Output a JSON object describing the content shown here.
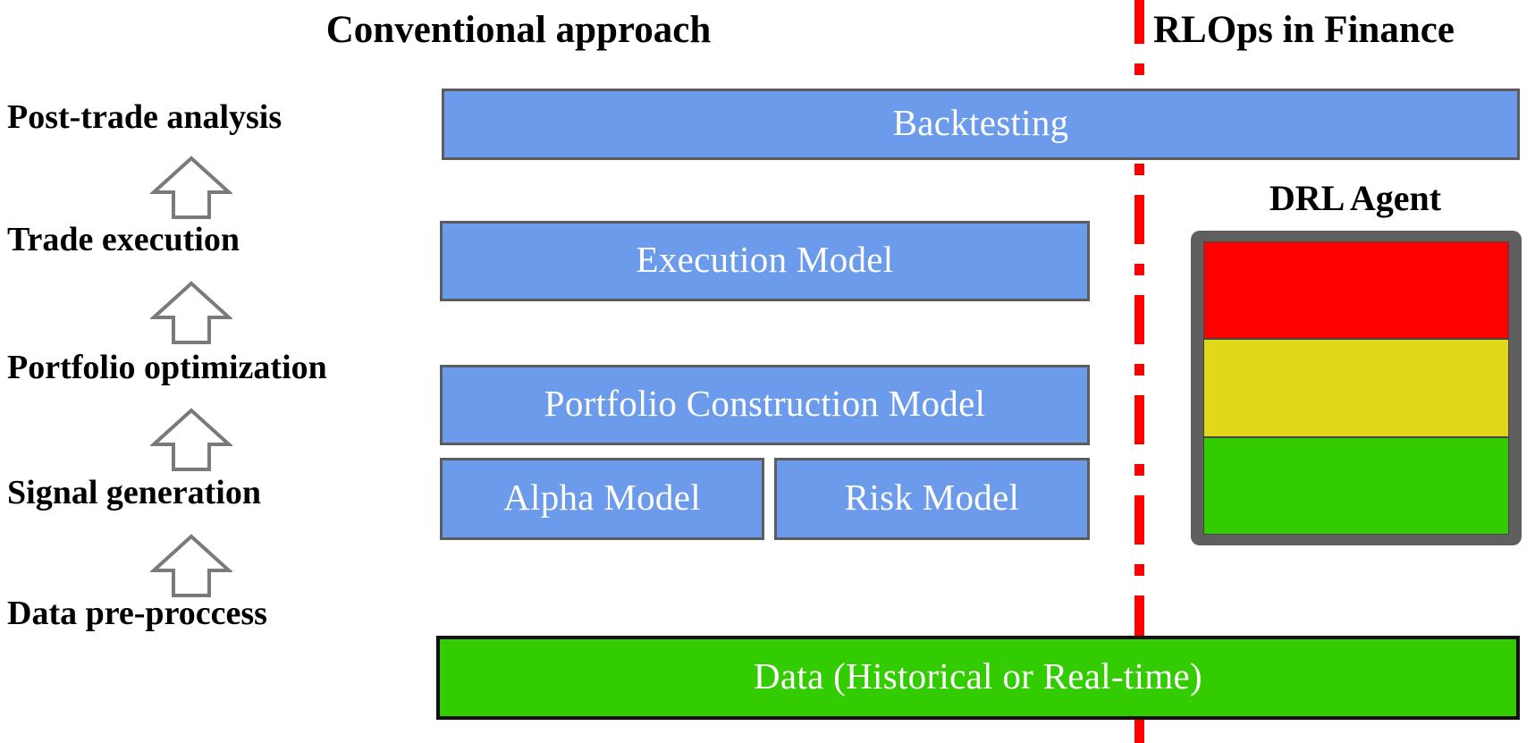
{
  "diagram": {
    "title_left": "Conventional approach",
    "title_right": "RLOps in Finance",
    "divider": {
      "style": "dash-dot",
      "color": "#fe0000",
      "orientation": "vertical"
    }
  },
  "stages": [
    {
      "label": "Post-trade analysis"
    },
    {
      "label": "Trade execution"
    },
    {
      "label": "Portfolio optimization"
    },
    {
      "label": "Signal generation"
    },
    {
      "label": "Data pre-proccess"
    }
  ],
  "arrows": [
    {
      "name": "arrow-up-1",
      "direction": "up"
    },
    {
      "name": "arrow-up-2",
      "direction": "up"
    },
    {
      "name": "arrow-up-3",
      "direction": "up"
    },
    {
      "name": "arrow-up-4",
      "direction": "up"
    }
  ],
  "conventional_boxes": [
    {
      "label": "Backtesting",
      "color": "#6b9bea"
    },
    {
      "label": "Execution Model",
      "color": "#6b9bea"
    },
    {
      "label": "Portfolio Construction Model",
      "color": "#6b9bea"
    },
    {
      "label": "Alpha Model",
      "color": "#6b9bea"
    },
    {
      "label": "Risk Model",
      "color": "#6b9bea"
    }
  ],
  "shared_box": {
    "label": "Data (Historical or Real-time)",
    "color": "#33cc00"
  },
  "drl_agent": {
    "title": "DRL Agent",
    "frame_color": "#5f5f5f",
    "bands": [
      {
        "name": "band-red",
        "color": "#fe0000"
      },
      {
        "name": "band-yellow",
        "color": "#e0d819"
      },
      {
        "name": "band-green",
        "color": "#33cc00"
      }
    ]
  }
}
